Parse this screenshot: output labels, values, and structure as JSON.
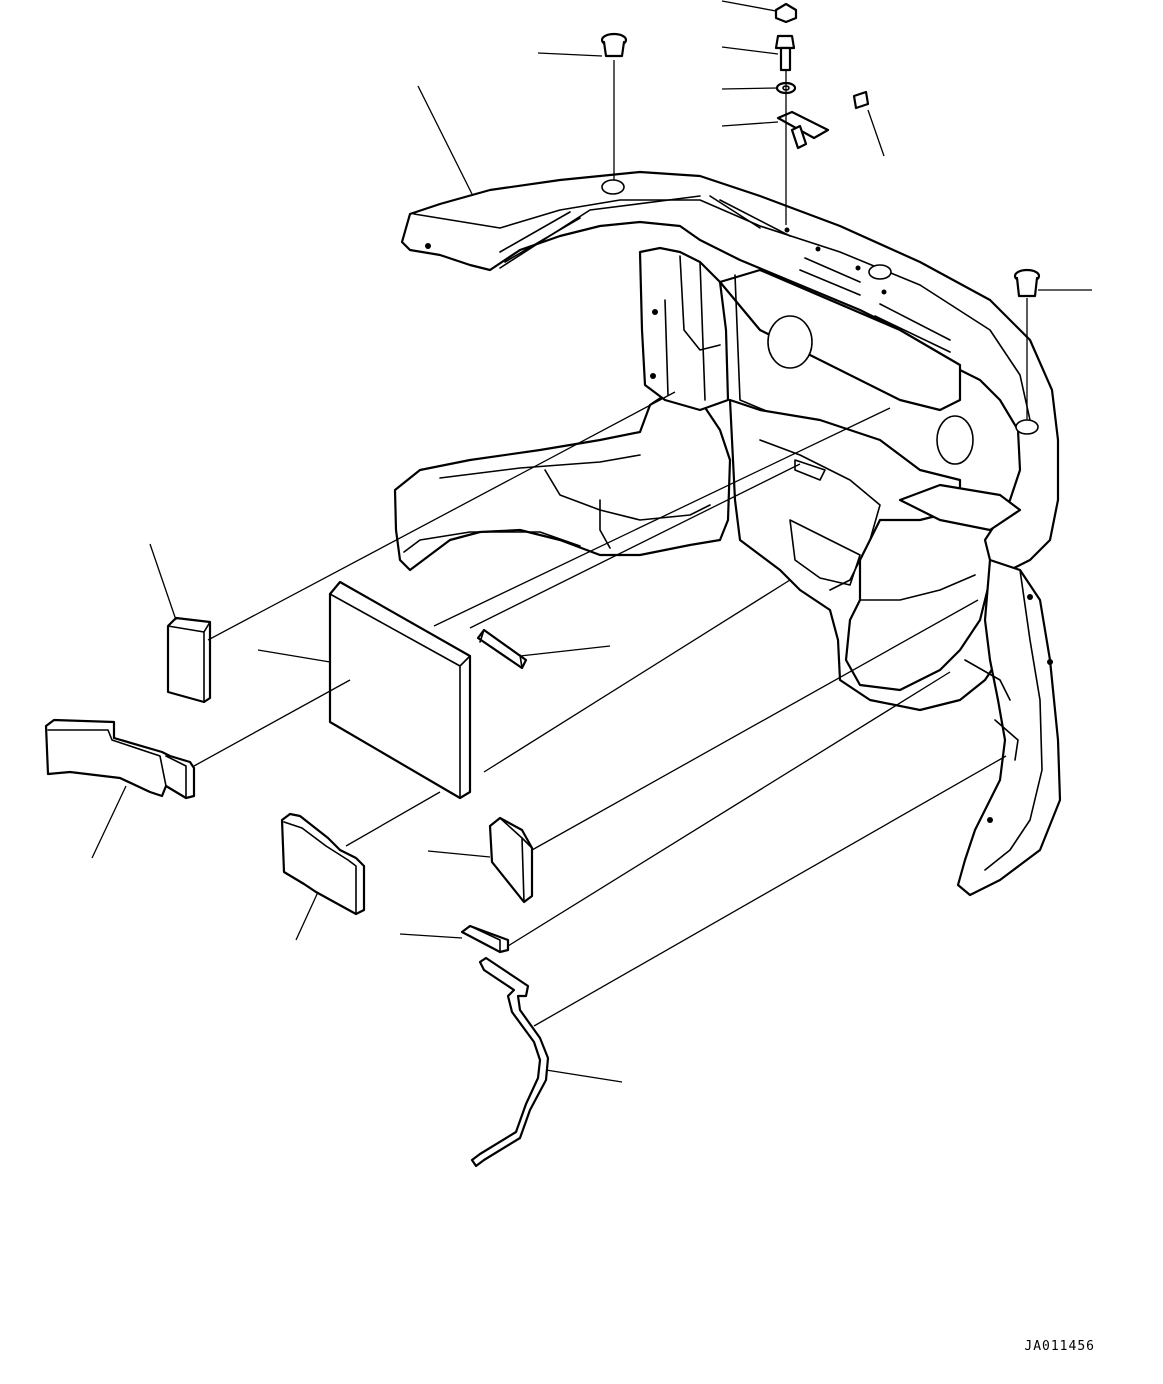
{
  "drawing_id": "JA011456",
  "parts": [
    "counterweight-frame",
    "cap-plug-small",
    "mounting-bolt",
    "washer",
    "mounting-bracket",
    "small-pad",
    "cap-plug-left",
    "cap-plug-right",
    "side-pad-block",
    "insulation-panel",
    "angle-strip",
    "stepped-pad-left",
    "stepped-pad-center",
    "wedge-pad",
    "small-wedge",
    "bent-rod"
  ]
}
